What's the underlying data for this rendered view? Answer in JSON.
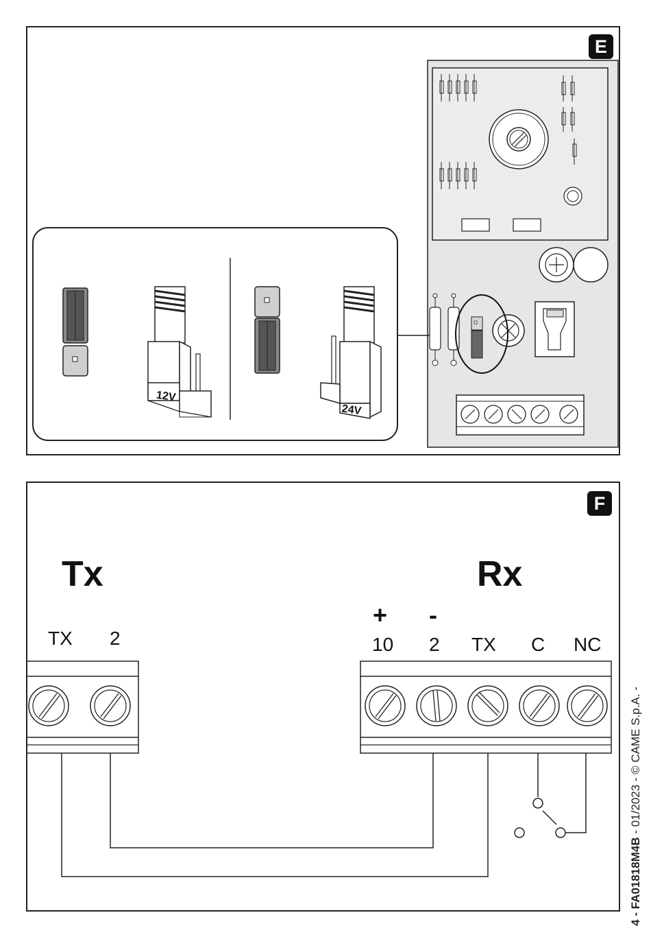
{
  "figure_e": {
    "badge": "E",
    "jumper_12v_label": "12V",
    "jumper_24v_label": "24V"
  },
  "figure_f": {
    "badge": "F",
    "tx_title": "Tx",
    "rx_title": "Rx",
    "tx_terminals": [
      "TX",
      "2"
    ],
    "rx_polarity_plus": "+",
    "rx_polarity_minus": "-",
    "rx_terminals": [
      "10",
      "2",
      "TX",
      "C",
      "NC"
    ]
  },
  "footer": {
    "page_number": "4",
    "doc_code": "FA01818M4B",
    "date_copyright": "- 01/2023 - © CAME S.p.A. -"
  },
  "colors": {
    "board_fill": "#e6e6e6",
    "jumper_dark": "#555555",
    "jumper_light": "#cfcfcf",
    "line": "#222222"
  }
}
